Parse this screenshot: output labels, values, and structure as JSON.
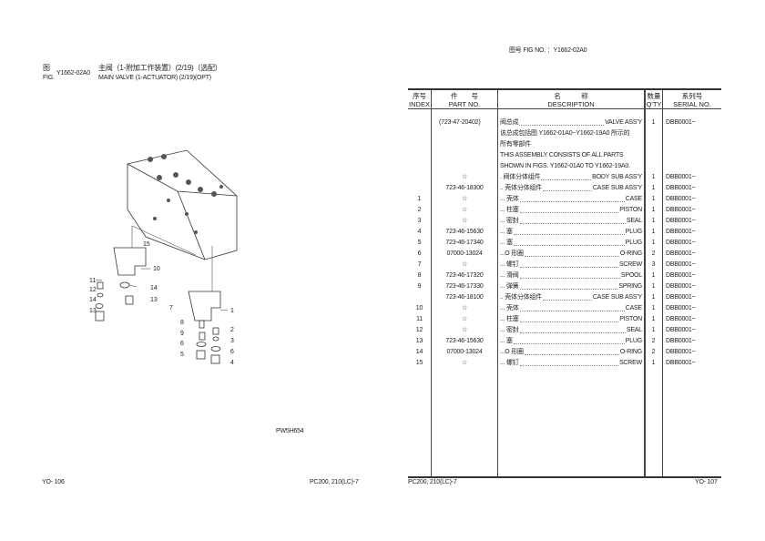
{
  "left_page": {
    "fig_label_cn": "图",
    "fig_label_en": "FIG.",
    "fig_number": "Y1662-02A0",
    "title_cn": "主阀（1-附加工作装置）(2/19)（选配）",
    "title_en": "MAIN VALVE (1-ACTUATOR) (2/19)(OPT)",
    "drawing_code": "PW5H654",
    "footer_page": "YO- 106",
    "footer_model": "PC200, 210(LC)-7",
    "callouts": [
      "1",
      "2",
      "3",
      "4",
      "5",
      "6",
      "6",
      "7",
      "8",
      "9",
      "10",
      "11",
      "12",
      "13",
      "13",
      "14",
      "14",
      "15"
    ]
  },
  "right_page": {
    "fig_no_label": "图号 FIG NO. ：Y1662-02A0",
    "footer_model": "PC200, 210(LC)-7",
    "footer_page": "YO- 107",
    "headers": {
      "index_cn": "序号",
      "index_en": "INDEX",
      "part_cn": "件　　号",
      "part_en": "PART NO.",
      "desc_cn": "名　　　称",
      "desc_en": "DESCRIPTION",
      "qty_cn": "数量",
      "qty_en": "Q'TY",
      "serial_cn": "系列号",
      "serial_en": "SERIAL NO."
    },
    "rows": [
      {
        "index": "",
        "part": "(723-47-20402)",
        "cn": "阀总成",
        "en": "VALVE ASS'Y",
        "qty": "1",
        "serial": "DBB0001~"
      },
      {
        "index": "",
        "part": "",
        "text": "该总成包括图 Y1662-01A0~Y1662-19A0 所示的"
      },
      {
        "index": "",
        "part": "",
        "text": "所有零部件"
      },
      {
        "index": "",
        "part": "",
        "text": "THIS ASSEMBLY CONSISTS OF ALL PARTS"
      },
      {
        "index": "",
        "part": "",
        "text": "SHOWN IN FIGS. Y1662-01A0 TO Y1662-19A0."
      },
      {
        "index": "",
        "part": "☆",
        "cn": ". 阀体分体组件",
        "en": "BODY SUB ASS'Y",
        "qty": "1",
        "serial": "DBB0001~"
      },
      {
        "index": "",
        "part": "723-46-18300",
        "cn": ".. 壳体分体组件",
        "en": "CASE SUB ASS'Y",
        "qty": "1",
        "serial": "DBB0001~"
      },
      {
        "index": "1",
        "part": "☆",
        "cn": "... 壳体",
        "en": "CASE",
        "qty": "1",
        "serial": "DBB0001~"
      },
      {
        "index": "2",
        "part": "☆",
        "cn": "... 柱塞",
        "en": "PISTON",
        "qty": "1",
        "serial": "DBB0001~"
      },
      {
        "index": "3",
        "part": "☆",
        "cn": "... 密封",
        "en": "SEAL",
        "qty": "1",
        "serial": "DBB0001~"
      },
      {
        "index": "4",
        "part": "723-46-15630",
        "cn": "... 塞",
        "en": "PLUG",
        "qty": "1",
        "serial": "DBB0001~"
      },
      {
        "index": "5",
        "part": "723-46-17340",
        "cn": "... 塞",
        "en": "PLUG",
        "qty": "1",
        "serial": "DBB0001~"
      },
      {
        "index": "6",
        "part": "07000-13024",
        "cn": "...O 形圈",
        "en": "O-RING",
        "qty": "2",
        "serial": "DBB0001~"
      },
      {
        "index": "7",
        "part": "☆",
        "cn": "... 螺钉",
        "en": "SCREW",
        "qty": "3",
        "serial": "DBB0001~"
      },
      {
        "index": "8",
        "part": "723-46-17320",
        "cn": "... 滑阀",
        "en": "SPOOL",
        "qty": "1",
        "serial": "DBB0001~"
      },
      {
        "index": "9",
        "part": "723-46-17330",
        "cn": "... 弹簧",
        "en": "SPRING",
        "qty": "1",
        "serial": "DBB0001~"
      },
      {
        "index": "",
        "part": "723-46-18100",
        "cn": ".. 壳体分体组件",
        "en": "CASE SUB ASS'Y",
        "qty": "1",
        "serial": "DBB0001~"
      },
      {
        "index": "10",
        "part": "☆",
        "cn": "... 壳体",
        "en": "CASE",
        "qty": "1",
        "serial": "DBB0001~"
      },
      {
        "index": "11",
        "part": "☆",
        "cn": "... 柱塞",
        "en": "PISTON",
        "qty": "1",
        "serial": "DBB0001~"
      },
      {
        "index": "12",
        "part": "☆",
        "cn": "... 密封",
        "en": "SEAL",
        "qty": "1",
        "serial": "DBB0001~"
      },
      {
        "index": "13",
        "part": "723-46-15630",
        "cn": "... 塞",
        "en": "PLUG",
        "qty": "2",
        "serial": "DBB0001~"
      },
      {
        "index": "14",
        "part": "07000-13024",
        "cn": "...O 形圈",
        "en": "O-RING",
        "qty": "2",
        "serial": "DBB0001~"
      },
      {
        "index": "15",
        "part": "☆",
        "cn": "... 螺钉",
        "en": "SCREW",
        "qty": "1",
        "serial": "DBB0001~"
      }
    ]
  }
}
